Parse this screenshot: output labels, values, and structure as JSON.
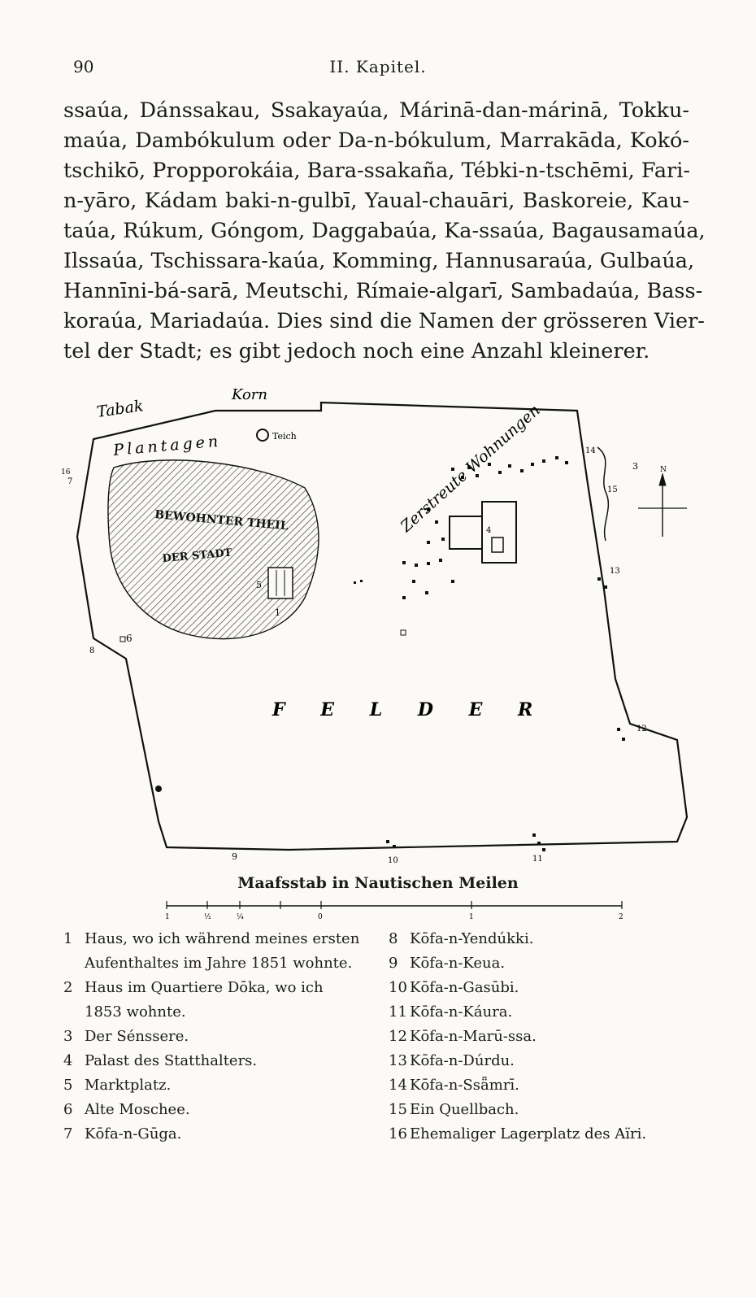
{
  "header": {
    "page_number": "90",
    "running_head": "II. Kapitel."
  },
  "body_lines": [
    "ssaúa, Dánssakau, Ssakayaúa, Márinā-dan-márinā, Tokku-",
    "maúa, Dambókulum oder Da-n-bókulum, Marrakāda, Kokó-",
    "tschikō, Propporokáia, Bara-ssakaña, Tébki-n-tschēmi, Fari-",
    "n-yāro, Kádam baki-n-gulbī, Yaual-chauāri, Baskoreie, Kau-",
    "taúa, Rúkum, Góngom, Daggabaúa, Ka-ssaúa, Bagausamaúa,",
    "Ilssaúa, Tschissara-kaúa, Komming, Hannusaraúa, Gulbaúa,",
    "Hannīni-bá-sarā, Meutschi, Rímaie-algarī, Sambadaúa, Bass-",
    "koraúa, Mariadaúa. Dies sind die Namen der grösseren Vier-",
    "tel der Stadt; es gibt jedoch noch eine Anzahl kleinerer."
  ],
  "map": {
    "labels": {
      "tabak": "Tabak",
      "korn": "Korn",
      "plantagen": "Plantagen",
      "teich": "Teich",
      "bewohnter": "BEWOHNTER THEIL",
      "der_stadt": "DER STADT",
      "zerstreute": "Zerstreute Wohnungen",
      "felder": "F E L D E R",
      "north": "N"
    },
    "numbers": [
      "1",
      "3",
      "4",
      "5",
      "6",
      "7",
      "8",
      "9",
      "10",
      "11",
      "12",
      "13",
      "14",
      "15",
      "16"
    ]
  },
  "scale": {
    "title": "Maafsstab in Nautischen Meilen",
    "ticks": [
      "1",
      "½",
      "¼",
      "0",
      "1",
      "2"
    ]
  },
  "legend_left": [
    {
      "num": "1",
      "text": "Haus, wo ich während meines ersten",
      "cont": "Aufenthaltes im Jahre 1851 wohnte."
    },
    {
      "num": "2",
      "text": "Haus im Quartiere Dōka, wo ich",
      "cont": "1853 wohnte."
    },
    {
      "num": "3",
      "text": "Der Sénssere."
    },
    {
      "num": "4",
      "text": "Palast des Statthalters."
    },
    {
      "num": "5",
      "text": "Marktplatz."
    },
    {
      "num": "6",
      "text": "Alte Moschee."
    },
    {
      "num": "7",
      "text": "Kōfa-n-Gūga."
    }
  ],
  "legend_right": [
    {
      "num": "8",
      "text": "Kōfa-n-Yendúkki."
    },
    {
      "num": "9",
      "text": "Kōfa-n-Keua."
    },
    {
      "num": "10",
      "text": "Kōfa-n-Gasūbi."
    },
    {
      "num": "11",
      "text": "Kōfa-n-Káura."
    },
    {
      "num": "12",
      "text": "Kōfa-n-Marū-ssa."
    },
    {
      "num": "13",
      "text": "Kōfa-n-Dúrdu."
    },
    {
      "num": "14",
      "text": "Kōfa-n-Ssǟmrī."
    },
    {
      "num": "15",
      "text": "Ein Quellbach."
    },
    {
      "num": "16",
      "text": "Ehemaliger Lagerplatz des Aïri."
    }
  ]
}
